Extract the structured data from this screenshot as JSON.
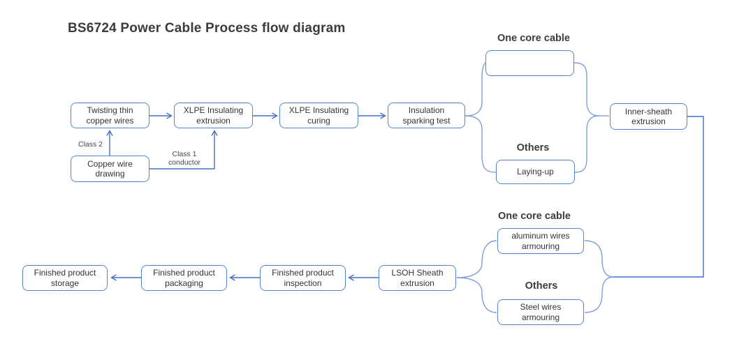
{
  "title": "BS6724 Power Cable Process flow diagram",
  "nodes": {
    "twisting": "Twisting thin\ncopper wires",
    "xlpe_extrusion": "XLPE Insulating\nextrusion",
    "xlpe_curing": "XLPE Insulating\ncuring",
    "sparking_test": "Insulation\nsparking test",
    "copper_drawing": "Copper wire\ndrawing",
    "laying_up": "Laying-up",
    "inner_sheath": "Inner-sheath\nextrusion",
    "aluminum_armouring": "aluminum wires\narmouring",
    "steel_armouring": "Steel wires\narmouring",
    "lsoh_extrusion": "LSOH Sheath\nextrusion",
    "inspection": "Finished product\ninspection",
    "packaging": "Finished product\npackaging",
    "storage": "Finished product\nstorage"
  },
  "branches": {
    "top": {
      "header": "One core cable",
      "others": "Others"
    },
    "bottom": {
      "header": "One core cable",
      "others": "Others"
    }
  },
  "edge_labels": {
    "class2": "Class 2",
    "class1": "Class 1\nconductor"
  },
  "icons": {
    "one_core_flow": "right-arrow"
  },
  "colors": {
    "box_border": "#5585cb",
    "connector": "#4472c4",
    "brace": "#7f9fd8",
    "flow_arrow": "#4472c4",
    "text": "#333333",
    "heading": "#3c3c3c"
  }
}
